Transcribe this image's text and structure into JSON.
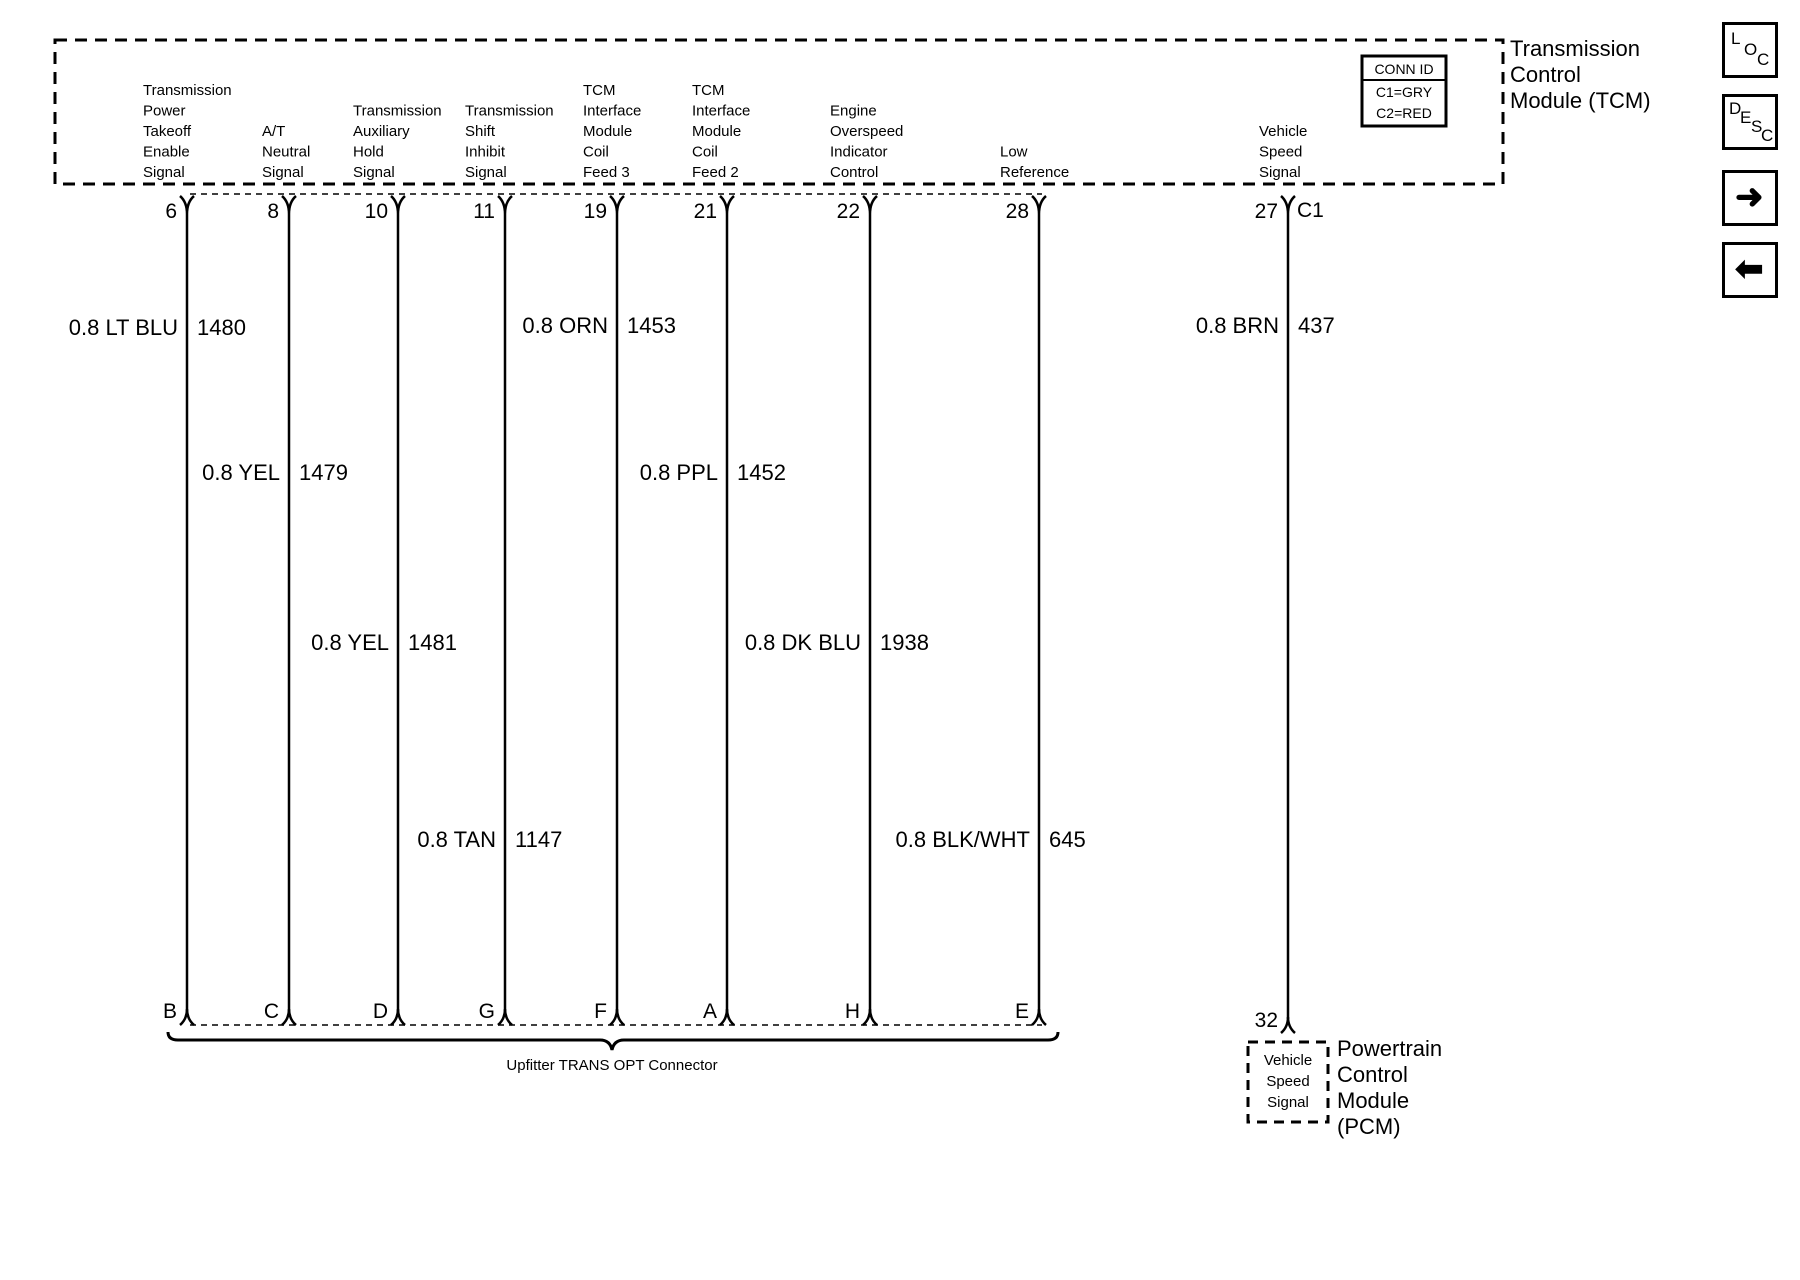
{
  "tcm": {
    "title_lines": [
      "Transmission",
      "Control",
      "Module (TCM)"
    ],
    "conn_id": {
      "header": "CONN ID",
      "lines": [
        "C1=GRY",
        "C2=RED"
      ]
    },
    "connector": "C1"
  },
  "pcm": {
    "title_lines": [
      "Powertrain",
      "Control",
      "Module",
      "(PCM)"
    ],
    "signal_lines": [
      "Vehicle",
      "Speed",
      "Signal"
    ],
    "pin": "32"
  },
  "upfitter_connector": "Upfitter TRANS OPT Connector",
  "circuits": [
    {
      "pin": "6",
      "signal": [
        "Transmission",
        "Power",
        "Takeoff",
        "Enable",
        "Signal"
      ],
      "gauge_color": "0.8 LT BLU",
      "circuit": "1480",
      "end_pin": "B"
    },
    {
      "pin": "8",
      "signal": [
        "A/T",
        "Neutral",
        "Signal"
      ],
      "gauge_color": "0.8 YEL",
      "circuit": "1479",
      "end_pin": "C"
    },
    {
      "pin": "10",
      "signal": [
        "Transmission",
        "Auxiliary",
        "Hold",
        "Signal"
      ],
      "gauge_color": "0.8 YEL",
      "circuit": "1481",
      "end_pin": "D"
    },
    {
      "pin": "11",
      "signal": [
        "Transmission",
        "Shift",
        "Inhibit",
        "Signal"
      ],
      "gauge_color": "0.8 TAN",
      "circuit": "1147",
      "end_pin": "G"
    },
    {
      "pin": "19",
      "signal": [
        "TCM",
        "Interface",
        "Module",
        "Coil",
        "Feed 3"
      ],
      "gauge_color": "0.8 ORN",
      "circuit": "1453",
      "end_pin": "F"
    },
    {
      "pin": "21",
      "signal": [
        "TCM",
        "Interface",
        "Module",
        "Coil",
        "Feed 2"
      ],
      "gauge_color": "0.8 PPL",
      "circuit": "1452",
      "end_pin": "A"
    },
    {
      "pin": "22",
      "signal": [
        "Engine",
        "Overspeed",
        "Indicator",
        "Control"
      ],
      "gauge_color": "0.8 DK BLU",
      "circuit": "1938",
      "end_pin": "H"
    },
    {
      "pin": "28",
      "signal": [
        "Low",
        "Reference"
      ],
      "gauge_color": "0.8 BLK/WHT",
      "circuit": "645",
      "end_pin": "E"
    },
    {
      "pin": "27",
      "signal": [
        "Vehicle",
        "Speed",
        "Signal"
      ],
      "gauge_color": "0.8 BRN",
      "circuit": "437",
      "end_pin": "32"
    }
  ],
  "nav": {
    "loc": [
      "L",
      "O",
      "C"
    ],
    "desc": [
      "D",
      "E",
      "S",
      "C"
    ],
    "next_icon": "arrow-right-icon",
    "prev_icon": "arrow-left-icon",
    "next_glyph": "➜",
    "prev_glyph": "⬅"
  }
}
